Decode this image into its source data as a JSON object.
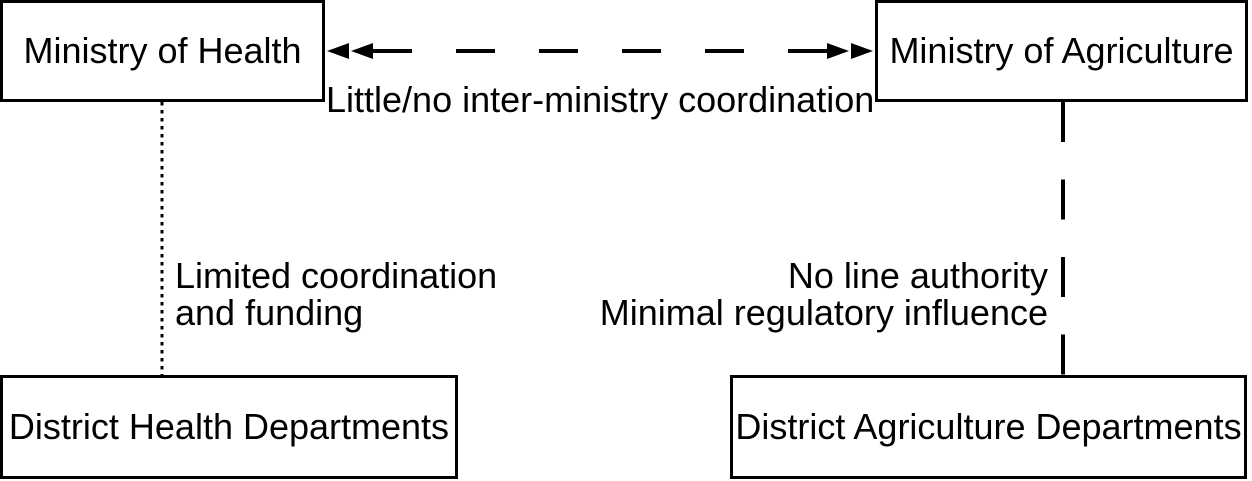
{
  "diagram": {
    "boxes": {
      "ministry_health": "Ministry of Health",
      "ministry_agriculture": "Ministry of Agriculture",
      "district_health": "District Health Departments",
      "district_agriculture": "District Agriculture Departments"
    },
    "relations": {
      "inter_ministry": "Little/no inter-ministry coordination",
      "health_link_line1": "Limited coordination",
      "health_link_line2": "and funding",
      "agriculture_link_line1": "No line authority",
      "agriculture_link_line2": "Minimal regulatory influence"
    },
    "colors": {
      "ink": "#000000",
      "background": "#ffffff"
    }
  }
}
